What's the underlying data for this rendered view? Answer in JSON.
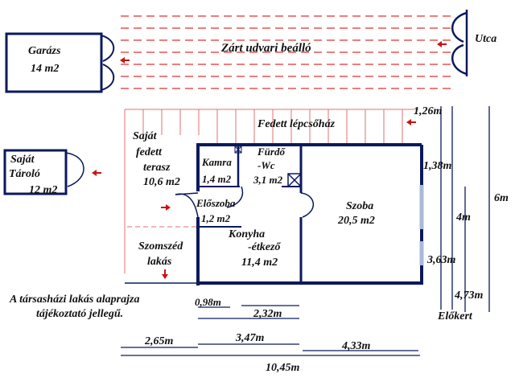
{
  "rooms": {
    "garage": {
      "name": "Garázs",
      "area": "14 m2"
    },
    "courtyard": "Zárt udvari beálló",
    "street": "Utca",
    "staircase": "Fedett lépcsőház",
    "terrace": {
      "line1": "Saját",
      "line2": "fedett",
      "line3": "terasz",
      "area": "10,6 m2"
    },
    "storage": {
      "line1": "Saját",
      "line2": "Tároló",
      "area": "12 m2"
    },
    "pantry": {
      "name": "Kamra",
      "area": "1,4 m2"
    },
    "bathroom": {
      "name": "Fürdő",
      "name2": "-Wc",
      "area": "3,1 m2"
    },
    "hall": {
      "name": "Előszoba",
      "area": "1,2 m2"
    },
    "kitchen": {
      "name": "Konyha",
      "name2": "-étkező",
      "area": "11,4 m2"
    },
    "room": {
      "name": "Szoba",
      "area": "20,5 m2"
    },
    "neighbor": {
      "line1": "Szomszéd",
      "line2": "lakás"
    },
    "front_garden": "Előkert"
  },
  "note": {
    "line1": "A társasházi lakás alaprajza",
    "line2": "tájékoztató jellegű."
  },
  "dimensions": {
    "d126": "1,26m",
    "d138": "1,38m",
    "d4": "4m",
    "d6": "6m",
    "d363": "3,63m",
    "d473": "4,73m",
    "d098": "0,98m",
    "d232": "2,32m",
    "d265": "2,65m",
    "d347": "3,47m",
    "d433": "4,33m",
    "d1045": "10,45m"
  },
  "colors": {
    "wall": "#0a1a5c",
    "hatch": "#e07070",
    "arrow": "#cc1111",
    "dash": "#e03030",
    "window": "#aab8d8"
  }
}
